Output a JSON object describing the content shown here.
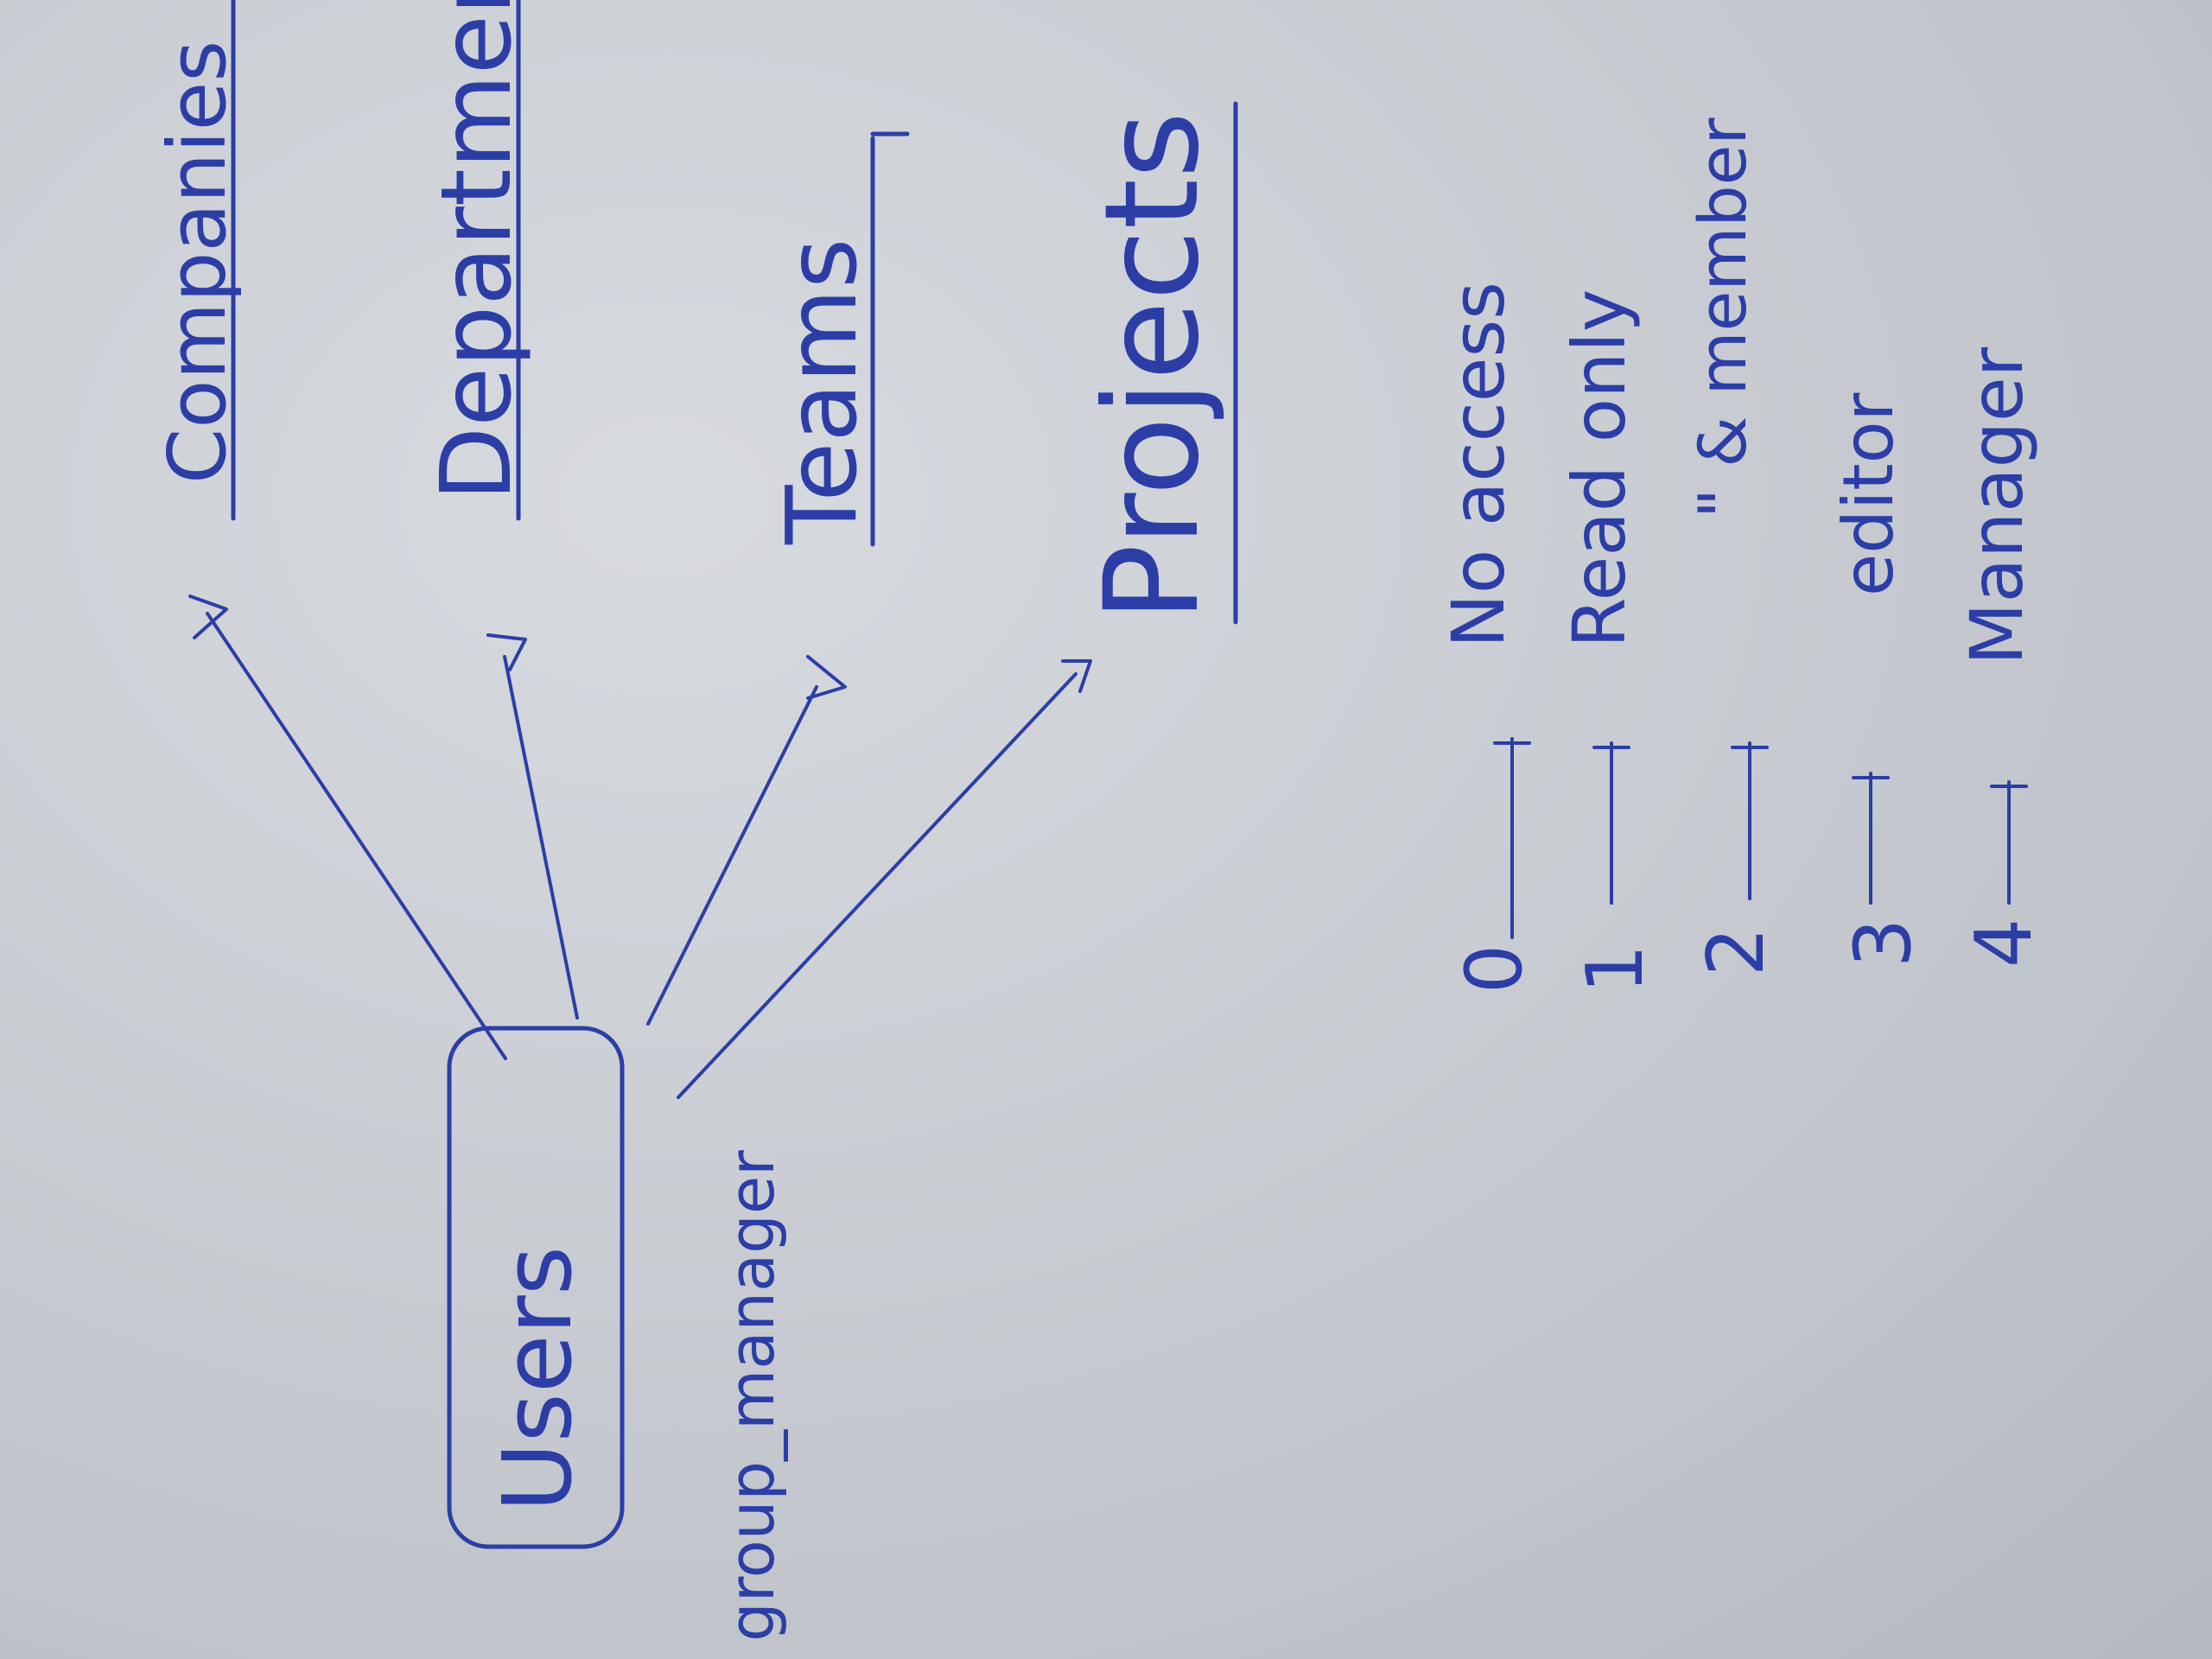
{
  "whiteboard": {
    "central": "Users",
    "relation": "group_manager",
    "targets": [
      "Companies",
      "Departments",
      "Teams",
      "Projects"
    ],
    "levels": [
      {
        "number": "0",
        "label": "No access"
      },
      {
        "number": "1",
        "label": "Read only"
      },
      {
        "number": "2",
        "label": "\" & member"
      },
      {
        "number": "3",
        "label": "editor"
      },
      {
        "number": "4",
        "label": "Manager"
      }
    ]
  },
  "colors": {
    "ink": "#2c3ea6",
    "board": "#c6cad0"
  }
}
